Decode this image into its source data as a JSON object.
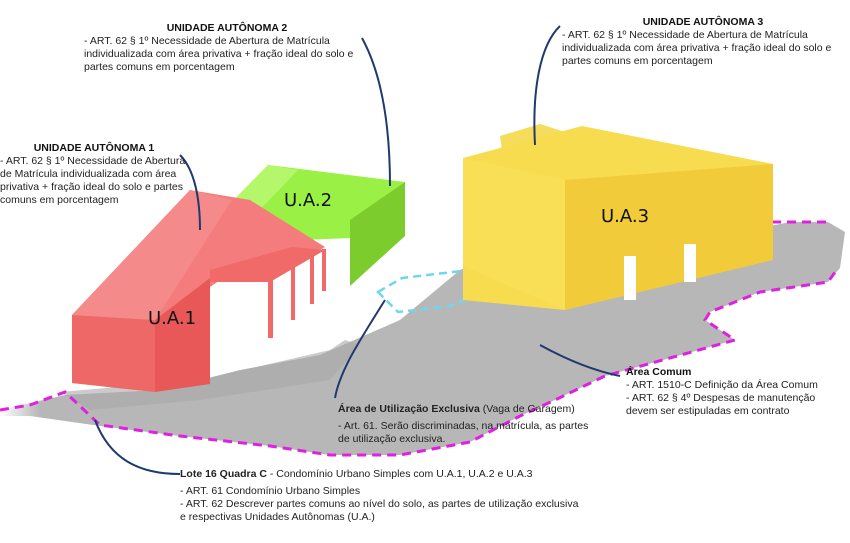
{
  "units": {
    "ua1": {
      "title": "UNIDADE AUTÔNOMA 1",
      "text": "- ART. 62 § 1º Necessidade de Abertura de Matrícula individualizada com área privativa + fração ideal do solo e partes comuns em porcentagem",
      "block_label": "U.A.1",
      "color": "#f26d6d"
    },
    "ua2": {
      "title": "UNIDADE AUTÔNOMA 2",
      "text": "- ART. 62 § 1º Necessidade de Abertura de Matrícula individualizada com área privativa + fração ideal do solo e partes comuns em porcentagem",
      "block_label": "U.A.2",
      "color": "#8ee43a"
    },
    "ua3": {
      "title": "UNIDADE AUTÔNOMA 3",
      "text": "- ART. 62 § 1º Necessidade de Abertura de Matrícula individualizada com área privativa + fração ideal do solo e partes comuns em porcentagem",
      "block_label": "U.A.3",
      "color": "#f7d94c"
    }
  },
  "area_comum": {
    "title": "Área Comum",
    "line1": "- ART. 1510-C Definição da Área Comum",
    "line2": "- ART. 62 § 4º Despesas de manutenção devem ser estipuladas em contrato"
  },
  "area_exclusiva": {
    "title": "Área de Utilização Exclusiva",
    "title_suffix": " (Vaga de Garagem)",
    "line1": "- Art. 61. Serão discriminadas, na matrícula, as partes de utilização exclusiva."
  },
  "lote": {
    "title": "Lote 16 Quadra C",
    "title_suffix": " - Condomínio Urbano Simples com U.A.1, U.A.2 e U.A.3",
    "line1": "- ART. 61 Condomínio Urbano Simples",
    "line2": "- ART. 62 Descrever partes comuns ao nível do solo, as partes de utilização exclusiva e respectivas Unidades Autônomas (U.A.)"
  },
  "colors": {
    "lot_boundary": "#e020e0",
    "ground": "#b7b7b7",
    "parking_outline": "#6fd6f0",
    "leader": "#1f3a6e"
  }
}
